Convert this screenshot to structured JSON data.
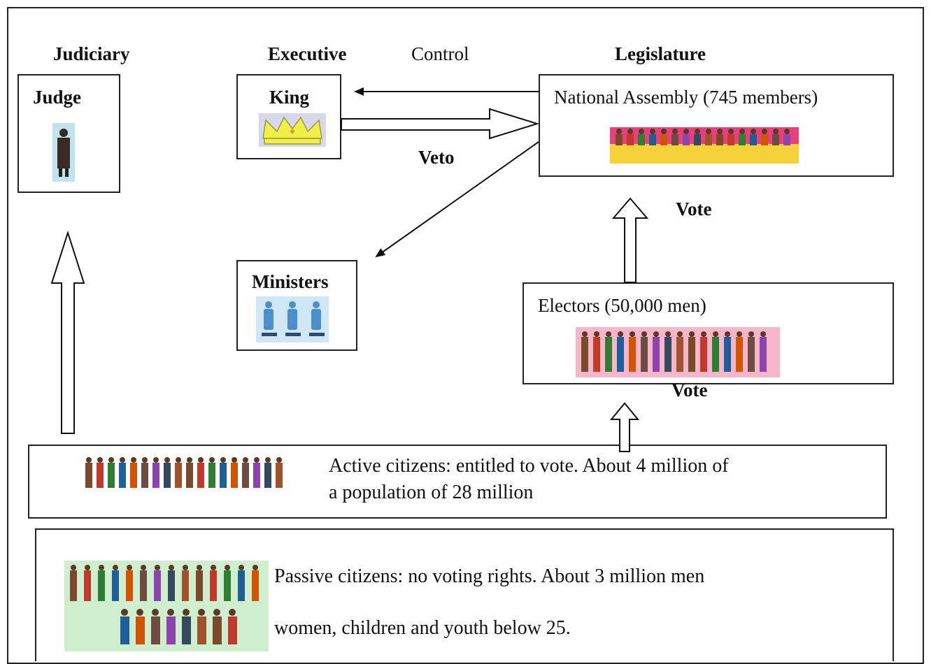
{
  "headers": {
    "judiciary": "Judiciary",
    "executive": "Executive",
    "control": "Control",
    "legislature": "Legislature"
  },
  "judge": {
    "label": "Judge",
    "icon": "judge-figure-icon"
  },
  "king": {
    "label": "King",
    "icon": "crown-icon"
  },
  "veto": {
    "label": "Veto"
  },
  "assembly": {
    "label": "National Assembly (745 members)",
    "icon": "assembly-crowd-icon"
  },
  "vote_top": {
    "label": "Vote"
  },
  "ministers": {
    "label": "Ministers",
    "icon": "ministers-figures-icon"
  },
  "electors": {
    "label": "Electors (50,000 men)",
    "icon": "electors-crowd-icon"
  },
  "vote_bottom": {
    "label": "Vote"
  },
  "active": {
    "line1": "Active citizens: entitled to vote. About 4 million of",
    "line2": "a population of 28 million",
    "icon": "active-citizens-crowd-icon"
  },
  "passive": {
    "line1": "Passive citizens: no voting rights. About 3 million men",
    "line2": "women, children and youth below 25.",
    "icon": "passive-citizens-crowd-icon"
  },
  "colors": {
    "crown": "#f2ee4a",
    "assembly_band": "#f5d23a",
    "assembly_top": "#e8407a",
    "ministers_bg": "#cfe6f5",
    "electors_bg": "#f4b6c8",
    "passive_bg": "#cfeecd"
  }
}
